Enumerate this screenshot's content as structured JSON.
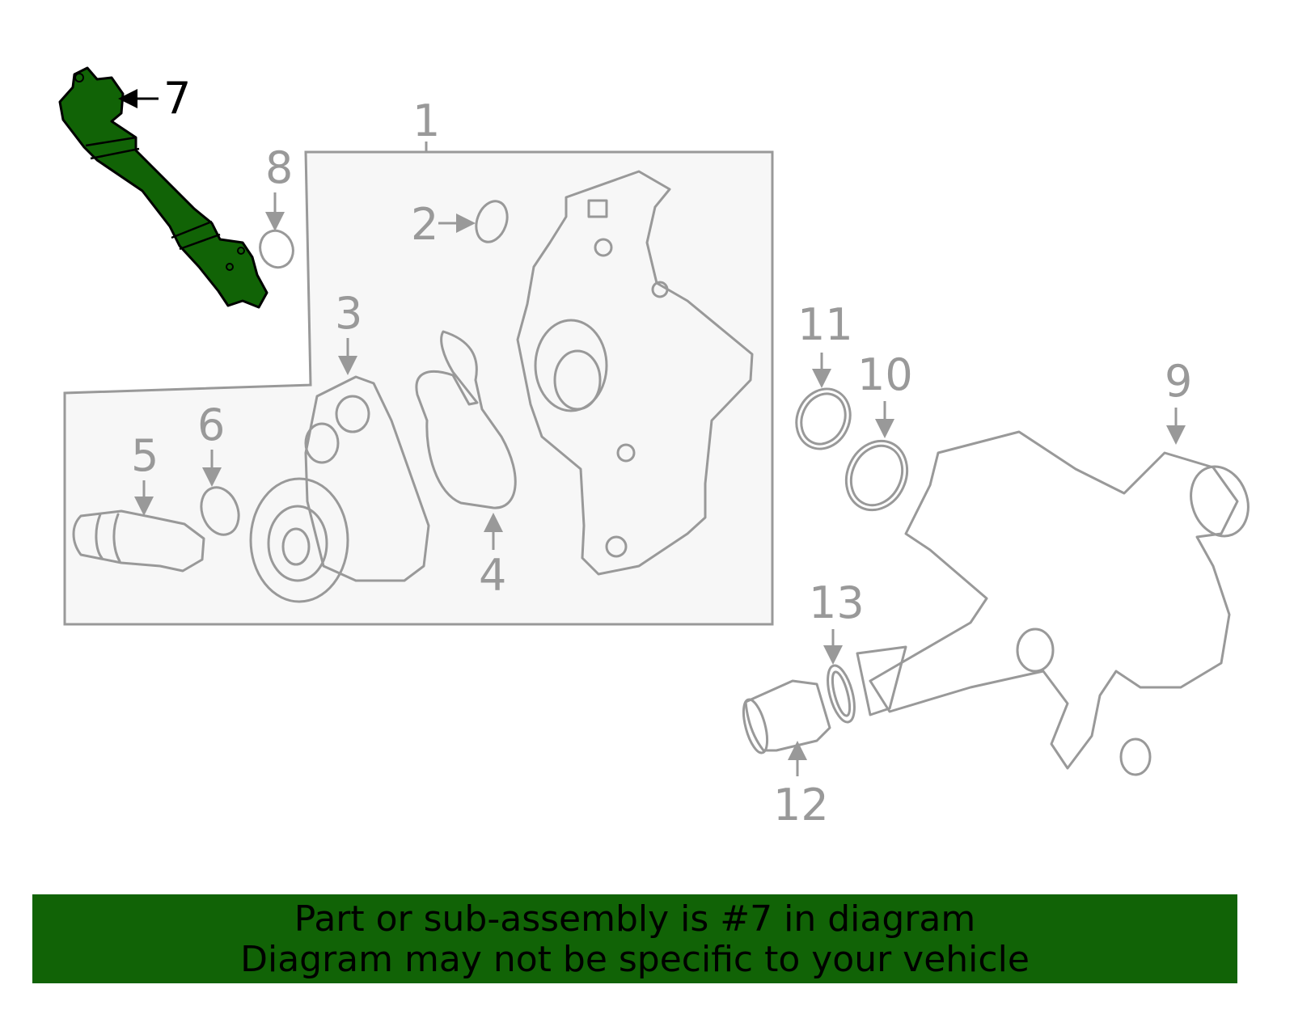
{
  "diagram": {
    "highlighted_part": "7",
    "highlight_color": "#116306",
    "line_color": "#999999",
    "callouts": [
      "1",
      "2",
      "3",
      "4",
      "5",
      "6",
      "7",
      "8",
      "9",
      "10",
      "11",
      "12",
      "13"
    ]
  },
  "banner": {
    "line1": "Part or sub-assembly is #7 in diagram",
    "line2": "Diagram may not be specific to your vehicle"
  }
}
